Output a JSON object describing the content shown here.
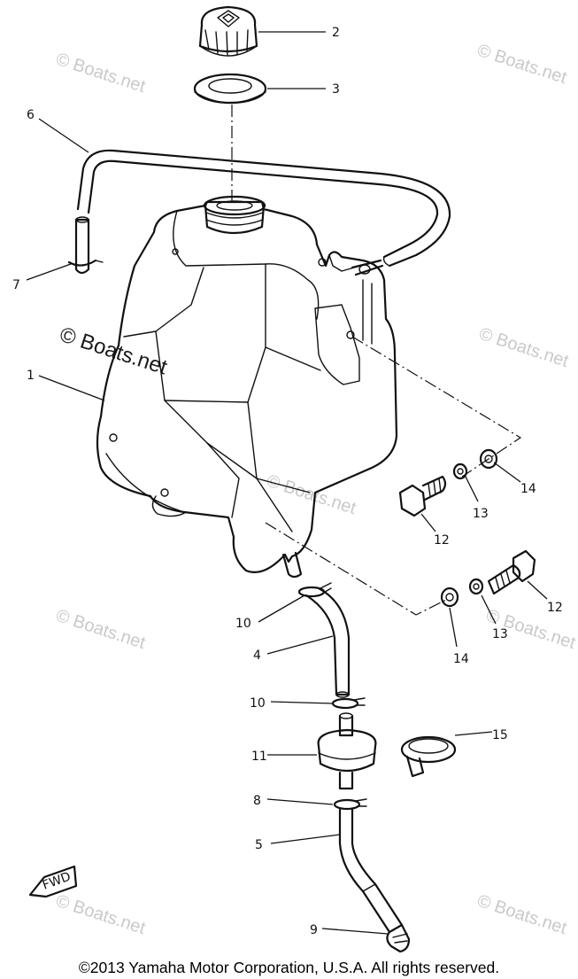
{
  "watermarks": [
    "© Boats.net",
    "© Boats.net",
    "© Boats.net",
    "© Boats.net",
    "© Boats.net",
    "© Boats.net",
    "© Boats.net",
    "© Boats.net",
    "© Boats.net"
  ],
  "callouts": [
    "2",
    "3",
    "6",
    "7",
    "1",
    "14",
    "13",
    "12",
    "12",
    "13",
    "14",
    "10",
    "4",
    "10",
    "15",
    "11",
    "8",
    "5",
    "9"
  ],
  "fwd_label": "FWD",
  "copyright": "©2013 Yamaha Motor Corporation, U.S.A. All rights reserved."
}
